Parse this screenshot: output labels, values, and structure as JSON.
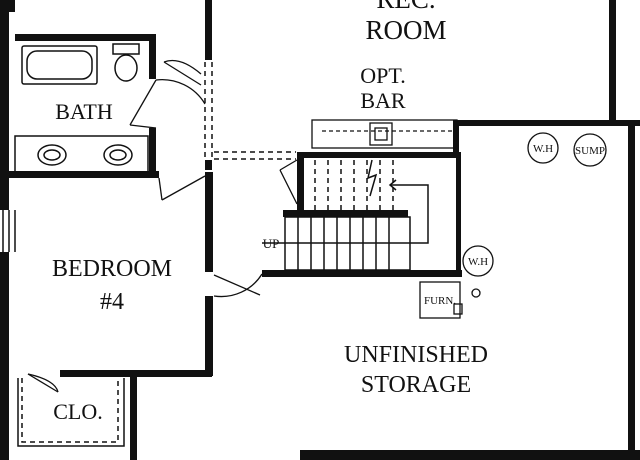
{
  "floor_plan": {
    "rooms": {
      "rec_room_line1": "REC.",
      "rec_room_line2": "ROOM",
      "opt_bar_line1": "OPT.",
      "opt_bar_line2": "BAR",
      "bath": "BATH",
      "bedroom_line1": "BEDROOM",
      "bedroom_line2": "#4",
      "closet": "CLO.",
      "storage_line1": "UNFINISHED",
      "storage_line2": "STORAGE"
    },
    "fixtures": {
      "water_heater_top": "W.H",
      "sump": "SUMP",
      "water_heater_lower": "W.H",
      "furnace": "FURN.",
      "stairs_up": "UP"
    }
  }
}
